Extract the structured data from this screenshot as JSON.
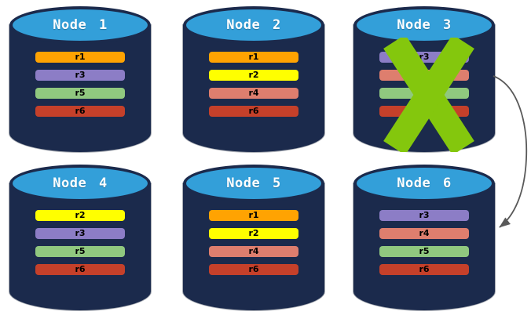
{
  "colors": {
    "background": "#ffffff",
    "cylinder_body": "#1b2a4c",
    "cylinder_top": "#339fd9",
    "node_title_text": "#ffffff",
    "replica_label_text": "#000000",
    "failure_cross": "#84c70d",
    "arrow": "#595959"
  },
  "nodes": [
    {
      "label": "Node 1",
      "failed": false,
      "replicas": [
        {
          "id": "r1",
          "color": "#ffa302"
        },
        {
          "id": "r3",
          "color": "#8c7dc6"
        },
        {
          "id": "r5",
          "color": "#90c87f"
        },
        {
          "id": "r6",
          "color": "#c5402a"
        }
      ]
    },
    {
      "label": "Node 2",
      "failed": false,
      "replicas": [
        {
          "id": "r1",
          "color": "#ffa302"
        },
        {
          "id": "r2",
          "color": "#ffff00"
        },
        {
          "id": "r4",
          "color": "#de7e6e"
        },
        {
          "id": "r6",
          "color": "#c5402a"
        }
      ]
    },
    {
      "label": "Node 3",
      "failed": true,
      "replicas": [
        {
          "id": "r3",
          "color": "#8c7dc6"
        },
        {
          "id": "r4",
          "color": "#de7e6e"
        },
        {
          "id": "r5",
          "color": "#90c87f"
        },
        {
          "id": "r6",
          "color": "#c5402a"
        }
      ]
    },
    {
      "label": "Node 4",
      "failed": false,
      "replicas": [
        {
          "id": "r2",
          "color": "#ffff00"
        },
        {
          "id": "r3",
          "color": "#8c7dc6"
        },
        {
          "id": "r5",
          "color": "#90c87f"
        },
        {
          "id": "r6",
          "color": "#c5402a"
        }
      ]
    },
    {
      "label": "Node 5",
      "failed": false,
      "replicas": [
        {
          "id": "r1",
          "color": "#ffa302"
        },
        {
          "id": "r2",
          "color": "#ffff00"
        },
        {
          "id": "r4",
          "color": "#de7e6e"
        },
        {
          "id": "r6",
          "color": "#c5402a"
        }
      ]
    },
    {
      "label": "Node 6",
      "failed": false,
      "replicas": [
        {
          "id": "r3",
          "color": "#8c7dc6"
        },
        {
          "id": "r4",
          "color": "#de7e6e"
        },
        {
          "id": "r5",
          "color": "#90c87f"
        },
        {
          "id": "r6",
          "color": "#c5402a"
        }
      ]
    }
  ],
  "arrow": {
    "from": "Node 3",
    "to": "Node 6"
  }
}
